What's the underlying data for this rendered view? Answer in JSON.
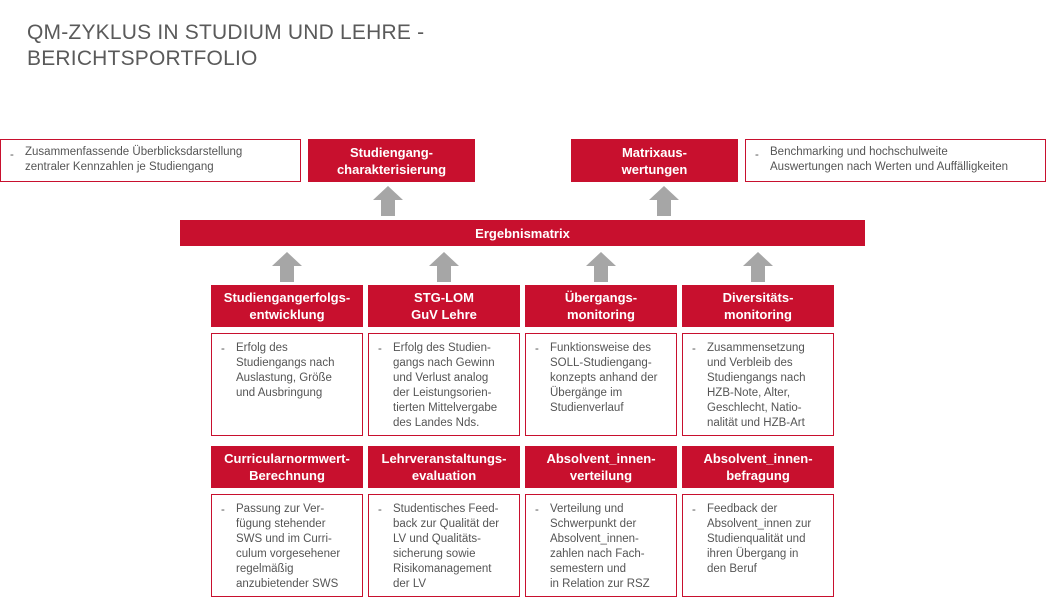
{
  "title": {
    "line1": "QM-ZYKLUS IN STUDIUM UND LEHRE  -",
    "line2": "BERICHTSPORTFOLIO"
  },
  "top": {
    "left_note": {
      "dash": "-",
      "text": "Zusammenfassende Überblicksdarstellung\nzentraler Kennzahlen je Studiengang"
    },
    "studiengang": "Studiengang-\ncharakterisierung",
    "matrix": "Matrixaus-\nwertungen",
    "right_note": {
      "dash": "-",
      "text": "Benchmarking und hochschulweite\nAuswertungen nach Werten und Auffälligkeiten"
    }
  },
  "ergebnismatrix": "Ergebnismatrix",
  "row1": [
    {
      "heading": "Studiengangerfolgs-\nentwicklung",
      "dash": "-",
      "text": "Erfolg des\nStudiengangs nach\nAuslastung, Größe\nund Ausbringung"
    },
    {
      "heading": "STG-LOM\nGuV Lehre",
      "dash": "-",
      "text": "Erfolg des Studien-\ngangs nach Gewinn\nund Verlust analog\nder Leistungsorien-\ntierten Mittelvergabe\ndes Landes Nds."
    },
    {
      "heading": "Übergangs-\nmonitoring",
      "dash": "-",
      "text": "Funktionsweise des\nSOLL-Studiengang-\nkonzepts anhand der\nÜbergänge im\nStudienverlauf"
    },
    {
      "heading": "Diversitäts-\nmonitoring",
      "dash": "-",
      "text": "Zusammensetzung\nund Verbleib des\nStudiengangs nach\nHZB-Note, Alter,\nGeschlecht, Natio-\nnalität und HZB-Art"
    }
  ],
  "row2": [
    {
      "heading": "Curricularnormwert-\nBerechnung",
      "dash": "-",
      "text": "Passung zur Ver-\nfügung stehender\nSWS und im Curri-\nculum vorgesehener\nregelmäßig\nanzubietender SWS"
    },
    {
      "heading": "Lehrveranstaltungs-\nevaluation",
      "dash": "-",
      "text": "Studentisches Feed-\nback zur Qualität der\nLV und Qualitäts-\nsicherung sowie\nRisikomanagement\nder LV"
    },
    {
      "heading": "Absolvent_innen-\nverteilung",
      "dash": "-",
      "text": "Verteilung und\nSchwerpunkt der\nAbsolvent_innen-\nzahlen nach Fach-\nsemestern und\nin Relation zur RSZ"
    },
    {
      "heading": "Absolvent_innen-\nbefragung",
      "dash": "-",
      "text": "Feedback der\nAbsolvent_innen zur\nStudienqualität und\nihren Übergang in\nden Beruf"
    }
  ],
  "colors": {
    "accent": "#c8102e",
    "arrow": "#a6a6a6",
    "title": "#5a5a5a"
  },
  "icons": {
    "arrow": "up-arrow-icon"
  }
}
